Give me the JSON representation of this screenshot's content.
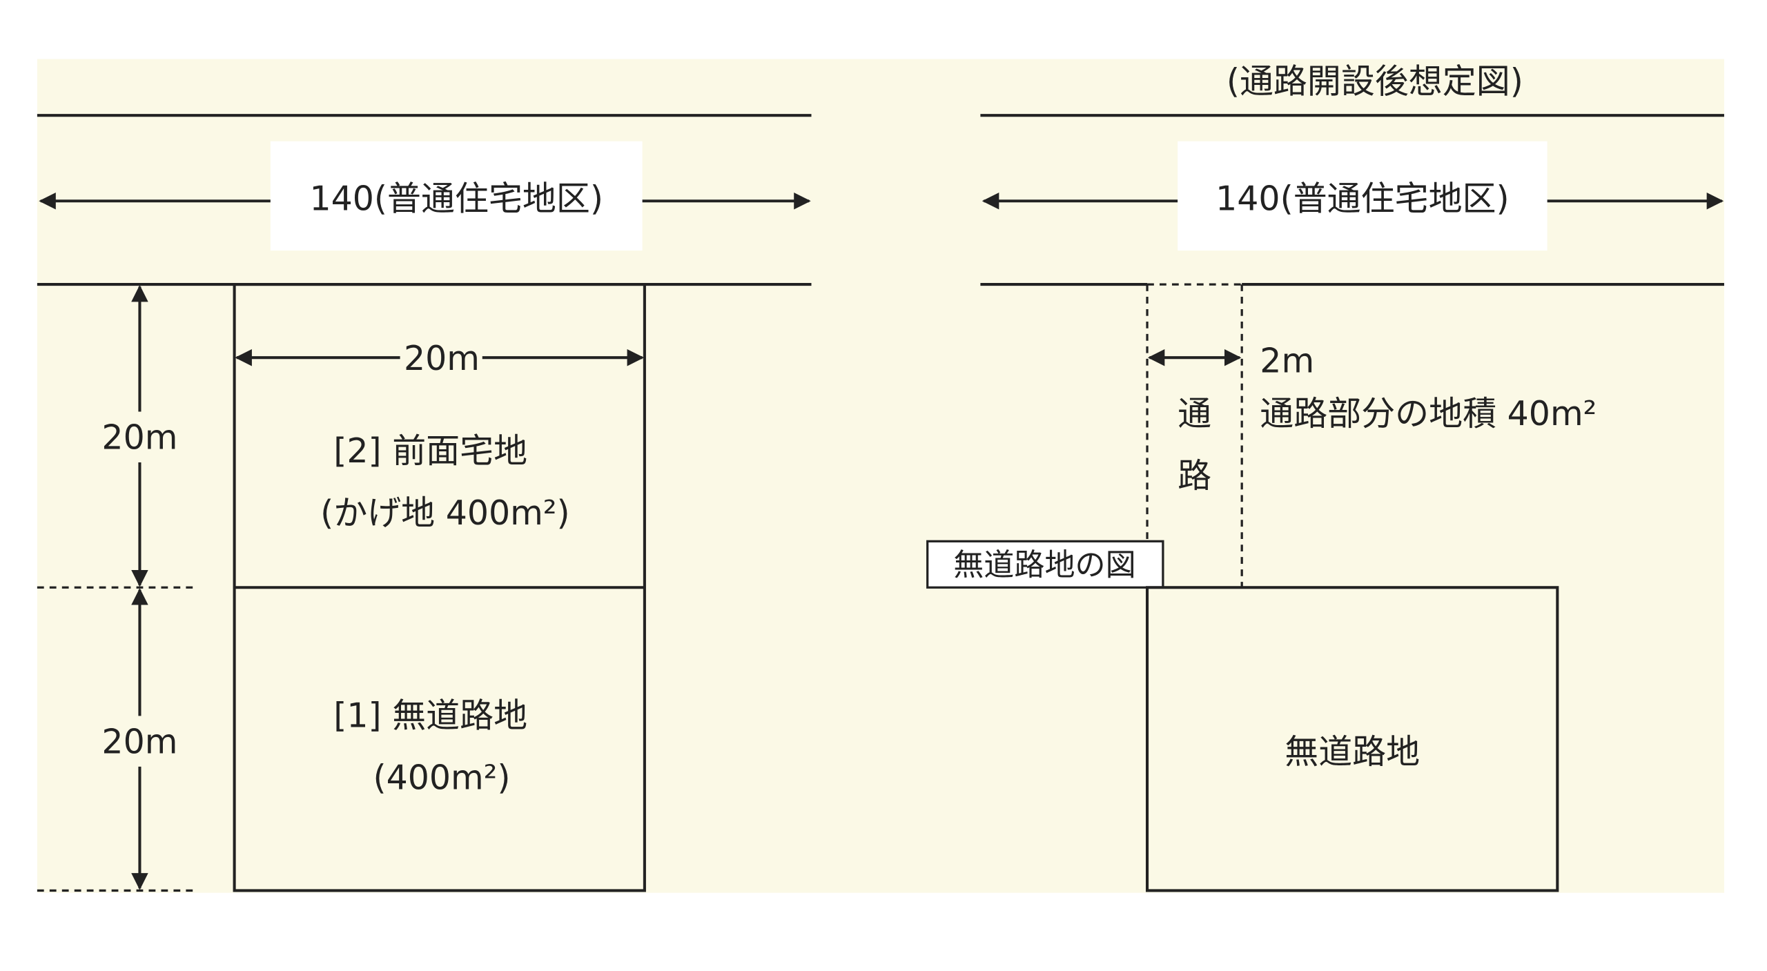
{
  "colors": {
    "background": "#fbf9e6",
    "line": "#222222",
    "label_box": "#ffffff"
  },
  "left": {
    "road_label": "140(普通住宅地区)",
    "width_label": "20m",
    "depth_upper": "20m",
    "depth_lower": "20m",
    "front_lot_title": "[2] 前面宅地",
    "front_lot_sub": "(かげ地 400m²)",
    "rear_lot_title": "[1] 無道路地",
    "rear_lot_sub": "(400m²)"
  },
  "right": {
    "title": "(通路開設後想定図)",
    "road_label": "140(普通住宅地区)",
    "passage_char1": "通",
    "passage_char2": "路",
    "passage_width": "2m",
    "passage_area": "通路部分の地積 40m²",
    "figure_tag": "無道路地の図",
    "lot_label": "無道路地"
  }
}
